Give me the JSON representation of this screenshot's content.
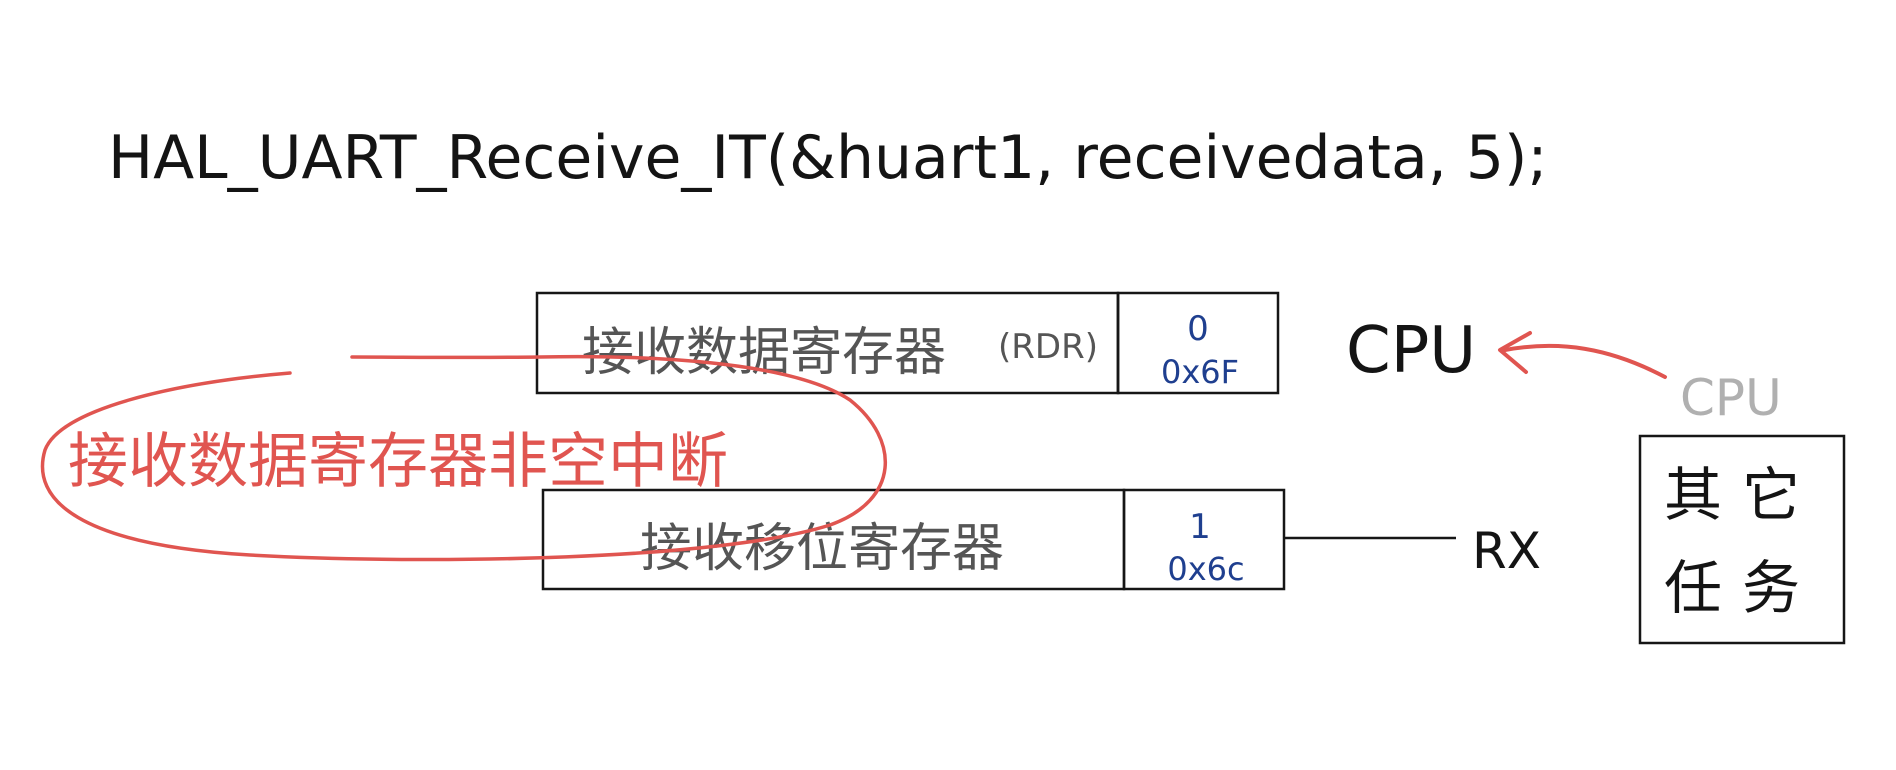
{
  "code_line": "HAL_UART_Receive_IT(&huart1, receivedata, 5);",
  "rdr": {
    "label": "接收数据寄存器",
    "abbrev": "(RDR)",
    "value_index": "0",
    "value_hex": "0x6F"
  },
  "shift": {
    "label": "接收移位寄存器",
    "value_index": "1",
    "value_hex": "0x6c"
  },
  "cpu_label": "CPU",
  "rx_label": "RX",
  "other_task": {
    "cpu_label": "CPU",
    "line1": "其它",
    "line2": "任务"
  },
  "interrupt_annotation": "接收数据寄存器非空中断",
  "colors": {
    "ink": "#141414",
    "annotation_red": "#e05550",
    "value_blue": "#1f3f8f",
    "faded_gray": "#b0b0b0"
  }
}
